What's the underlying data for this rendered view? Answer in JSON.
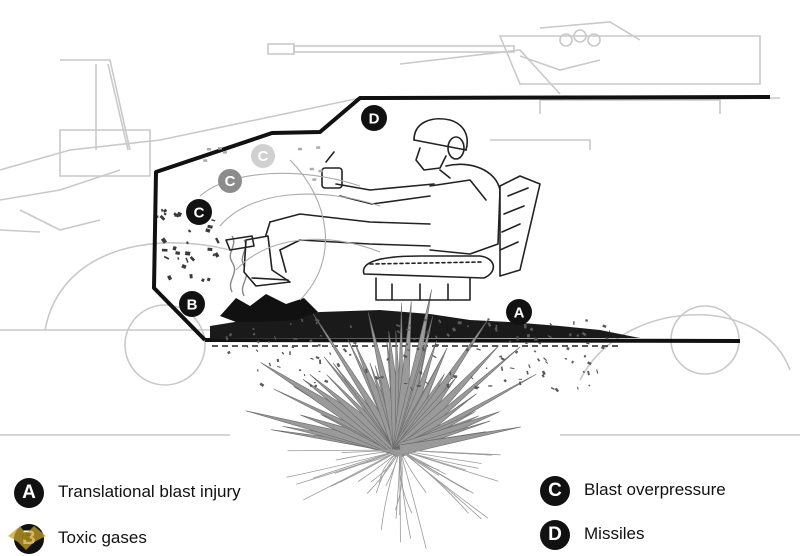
{
  "diagram": {
    "markers": [
      {
        "id": "A",
        "letter": "A"
      },
      {
        "id": "B",
        "letter": "B"
      },
      {
        "id": "C1",
        "letter": "C"
      },
      {
        "id": "C2",
        "letter": "C"
      },
      {
        "id": "C3",
        "letter": "C"
      },
      {
        "id": "D",
        "letter": "D"
      }
    ]
  },
  "legend": {
    "items": [
      {
        "letter": "A",
        "text": "Translational blast injury"
      },
      {
        "letter": "B",
        "text": "Toxic gases"
      },
      {
        "letter": "C",
        "text": "Blast overpressure"
      },
      {
        "letter": "D",
        "text": "Missiles"
      }
    ]
  },
  "colors": {
    "ink": "#111111",
    "faint_line": "#c8c8c8",
    "blast_gray": "#8a8a8a"
  }
}
